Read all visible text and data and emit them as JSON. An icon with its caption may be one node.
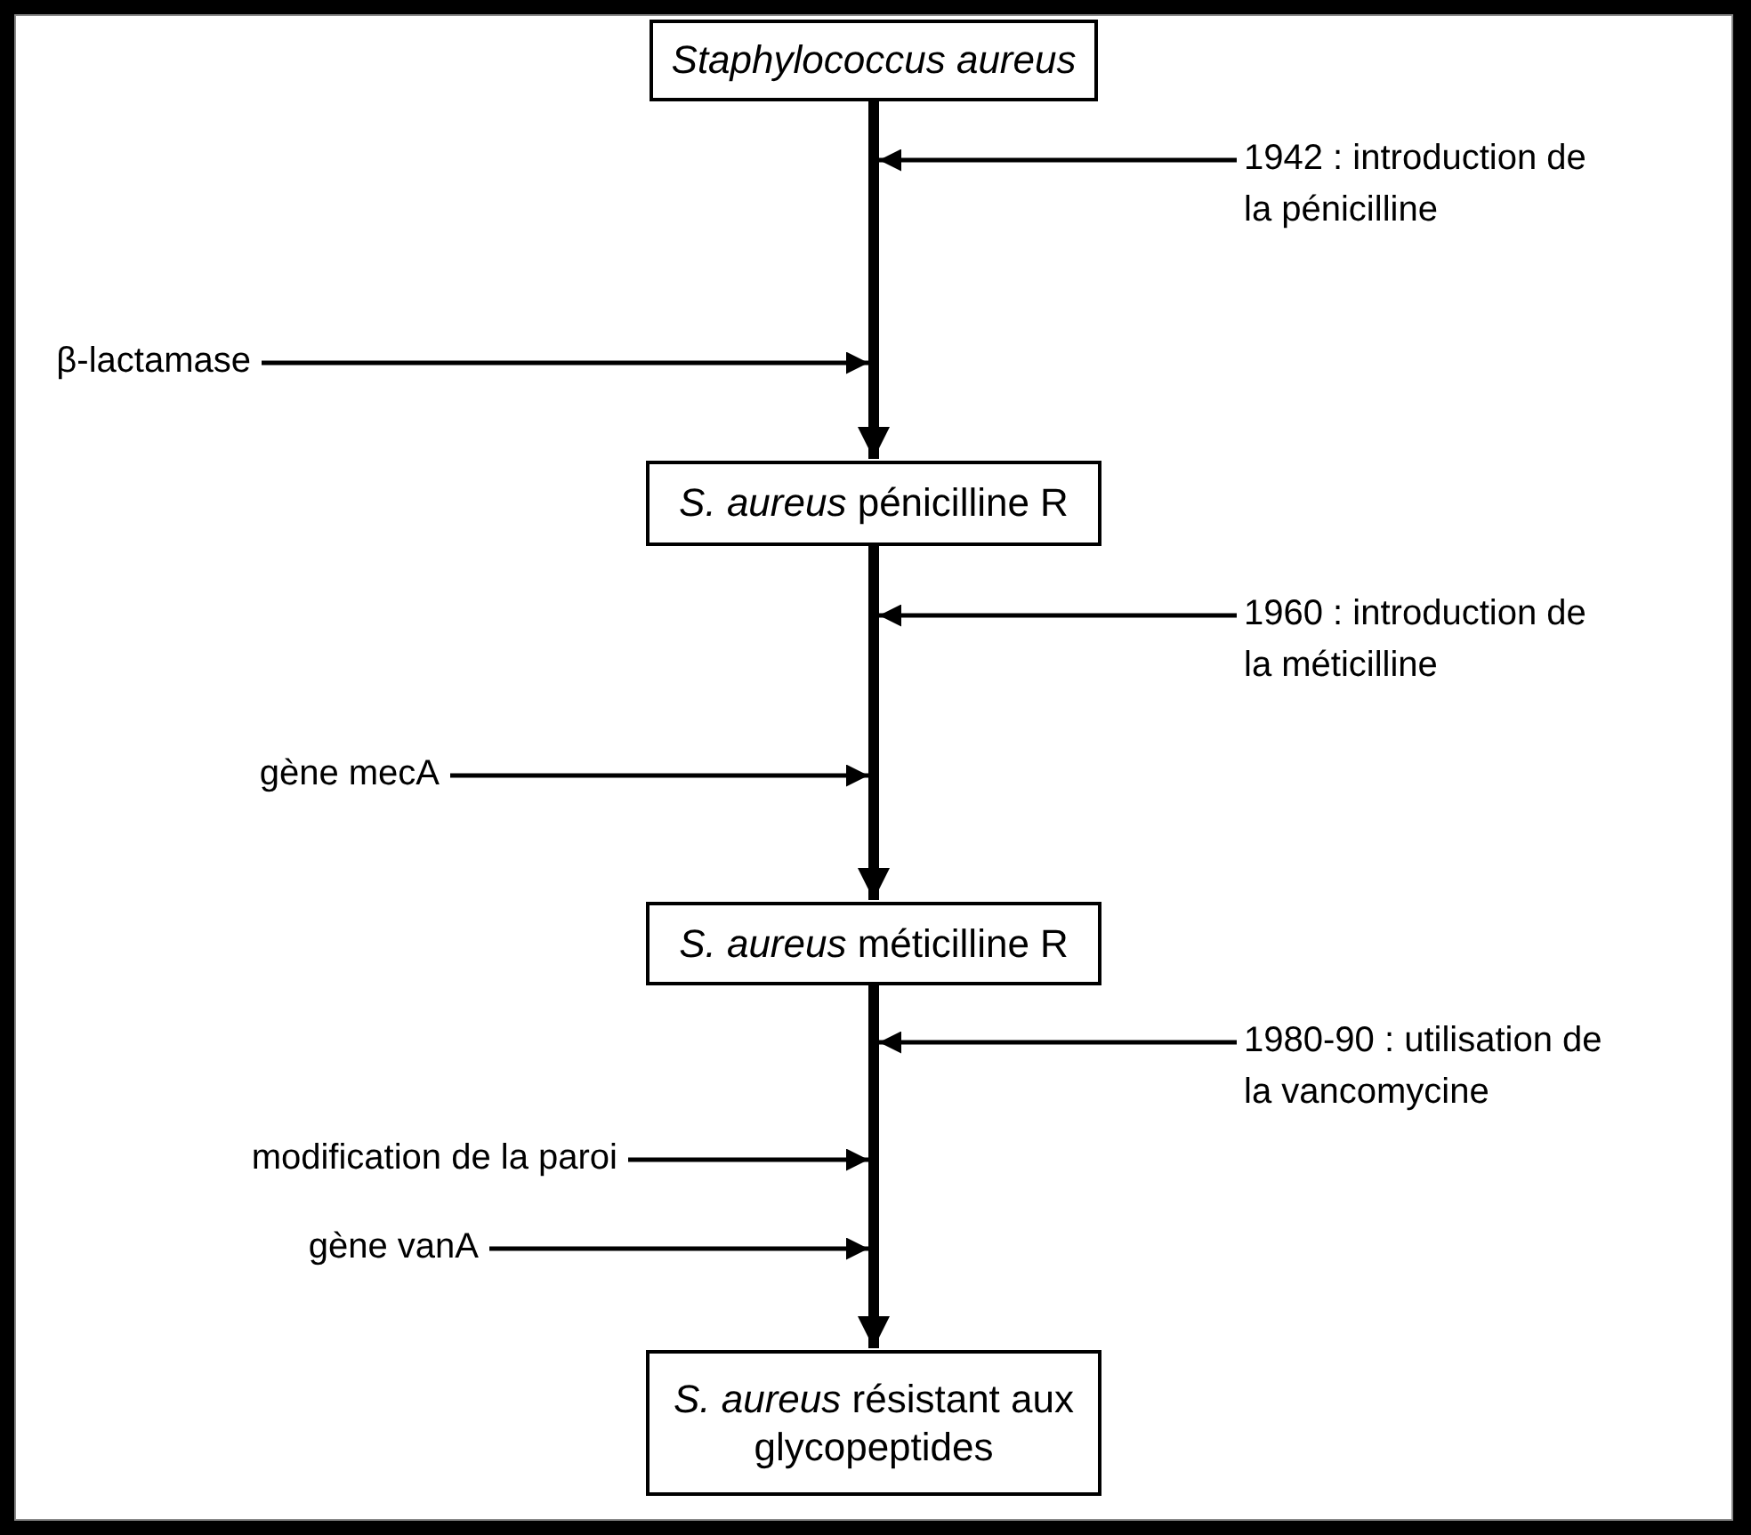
{
  "diagram": {
    "nodes": [
      {
        "text": [
          "Staphylococcus aureus"
        ]
      },
      {
        "text": [
          "1942 : introduction de la pénicilline"
        ]
      },
      {
        "text": [
          "β-lactamase"
        ]
      },
      {
        "text": [
          "*S. aureus* pénicilline R"
        ]
      },
      {
        "text": [
          "1960 : introduction de la méticilline"
        ]
      },
      {
        "text": [
          "gène mecA"
        ]
      },
      {
        "text": [
          "*S. aureus* méticilline R"
        ]
      },
      {
        "text": [
          "1980-90 : utilisation de la vancomycine"
        ]
      },
      {
        "text": [
          "modification de la paroi"
        ]
      },
      {
        "text": [
          "gène vanA"
        ]
      },
      {
        "text": [
          "*S. aureus* résistant aux glycopeptides"
        ]
      }
    ],
    "edges": [
      {
        "from": 0,
        "to": 3,
        "arrow": "to",
        "style": "thick"
      },
      {
        "from": 1,
        "to": null,
        "arrow": "to"
      },
      {
        "from": 2,
        "to": null,
        "arrow": "to"
      },
      {
        "from": 3,
        "to": 6,
        "arrow": "to",
        "style": "thick"
      },
      {
        "from": 4,
        "to": null,
        "arrow": "to"
      },
      {
        "from": 5,
        "to": null,
        "arrow": "to"
      },
      {
        "from": 6,
        "to": 10,
        "arrow": "to",
        "style": "thick"
      },
      {
        "from": 7,
        "to": null,
        "arrow": "to"
      },
      {
        "from": 8,
        "to": null,
        "arrow": "to"
      },
      {
        "from": 9,
        "to": null,
        "arrow": "to"
      }
    ]
  }
}
